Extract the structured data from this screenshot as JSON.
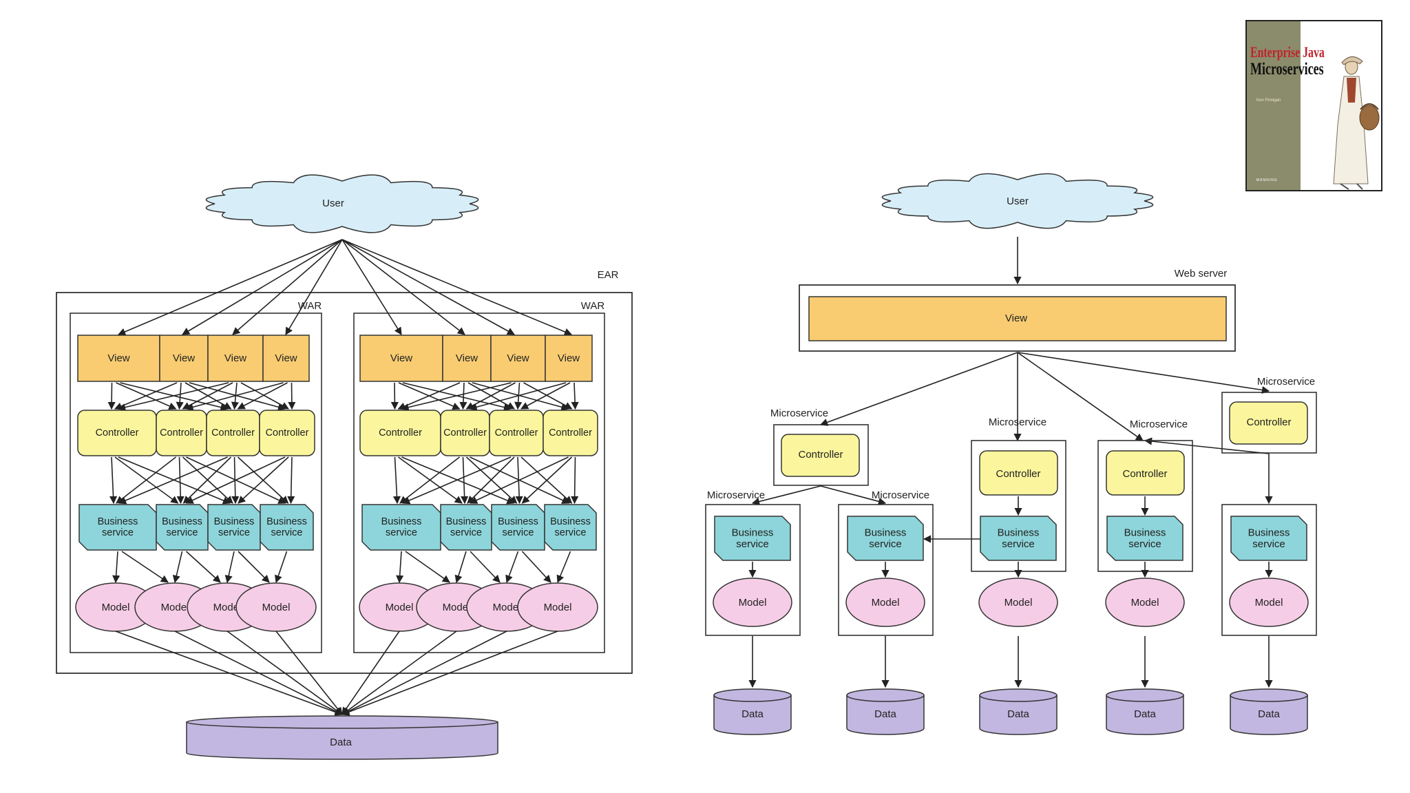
{
  "left": {
    "user": "User",
    "ear_label": "EAR",
    "war_labels": [
      "WAR",
      "WAR"
    ],
    "view": "View",
    "controller": "Controller",
    "business_line1": "Business",
    "business_line2": "service",
    "model": "Model",
    "data": "Data"
  },
  "right": {
    "user": "User",
    "web_server_label": "Web server",
    "view": "View",
    "microservice": "Microservice",
    "controller": "Controller",
    "business_line1": "Business",
    "business_line2": "service",
    "model": "Model",
    "data": "Data"
  },
  "book_cover": {
    "title_line1": "Enterprise Java",
    "title_line2": "Microservices",
    "author": "Ken Finnigan",
    "publisher": "MANNING"
  },
  "colors": {
    "view_fill": "#f9cc72",
    "controller_fill": "#fbf69d",
    "business_fill": "#8dd5da",
    "model_fill": "#f6cde6",
    "data_fill": "#c2b7e0",
    "cloud_fill": "#d7eef8",
    "title_red": "#c0232b",
    "cover_olive": "#8b8c6b"
  }
}
